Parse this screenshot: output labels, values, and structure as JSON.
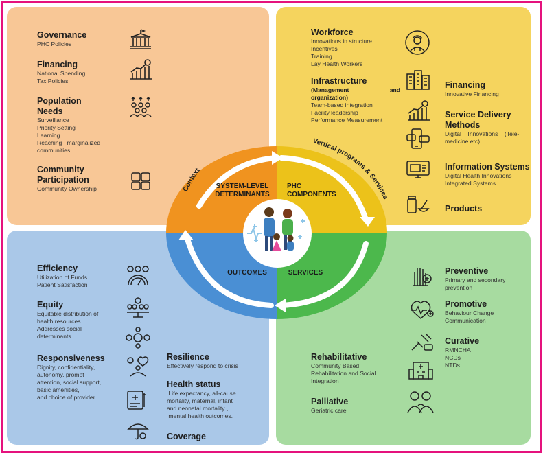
{
  "quadrants": {
    "top_left": {
      "color": "#f8c796",
      "items": [
        {
          "title": "Governance",
          "lines": [
            "PHC Policies"
          ],
          "icon": "government-building-icon"
        },
        {
          "title": "Financing",
          "lines": [
            "National Spending",
            "Tax Policies"
          ],
          "icon": "growth-chart-icon"
        },
        {
          "title": "Population",
          "title2": "Needs",
          "lines": [
            "Surveillance",
            "Priority Setting",
            "Learning",
            "Reaching   marginalized",
            "communities"
          ],
          "icon": "population-group-icon"
        },
        {
          "title": "Community",
          "title2": "Participation",
          "lines": [
            "Community Ownership"
          ],
          "icon": "hands-together-icon"
        }
      ]
    },
    "top_right": {
      "color": "#f5d45e",
      "items": [
        {
          "title": "Workforce",
          "lines": [
            "Innovations in structure",
            "Incentives",
            "Training",
            "Lay Health Workers"
          ],
          "icon": "health-worker-icon"
        },
        {
          "title": "Infrastructure",
          "subtitle_a": "(Management",
          "subtitle_b": "and",
          "subtitle_c": "organization)",
          "lines": [
            "Team-based integration",
            "Facility leadership",
            "Performance Measurement"
          ],
          "icon": "buildings-icon"
        },
        {
          "title": "Financing",
          "lines": [
            "Innovative Financing"
          ],
          "icon": "growth-chart-icon"
        },
        {
          "title": "Service Delivery",
          "title2": "Methods",
          "lines_a": "Digital    Innovations    (Tele-",
          "lines_b": "medicine etc)",
          "icon": "digital-device-icon"
        },
        {
          "title": "Information Systems",
          "lines": [
            "Digital Health Innovations",
            "Integrated Systems"
          ],
          "icon": "computer-monitor-icon"
        },
        {
          "title": "Products",
          "lines": [],
          "icon": "medicine-products-icon"
        }
      ]
    },
    "bottom_left": {
      "color": "#aac8e8",
      "items": [
        {
          "title": "Efficiency",
          "lines": [
            "Utilization of Funds",
            "Patient Satisfaction"
          ],
          "icon": "efficiency-gauge-icon"
        },
        {
          "title": "Equity",
          "lines": [
            "Equitable distribution of",
            "health resources",
            "Addresses social",
            "determinants"
          ],
          "icon": "equity-balance-icon"
        },
        {
          "title": "Responsiveness",
          "lines": [
            "Dignity, confidentiality,",
            "autonomy, prompt",
            "attention, social support,",
            "basic amenities,",
            "and choice of provider"
          ],
          "icon": "responsiveness-icon"
        },
        {
          "title": "Resilience",
          "lines": [
            "Effectively respond to crisis"
          ]
        },
        {
          "title": "Health status",
          "lines": [
            " Life expectancy, all-cause",
            "mortality, maternal, infant",
            "and neonatal mortality ,",
            " mental health outcomes."
          ],
          "icon": "health-report-icon"
        },
        {
          "title": "Coverage",
          "lines": [],
          "icon": "umbrella-coverage-icon"
        }
      ]
    },
    "bottom_right": {
      "color": "#a7dba0",
      "items": [
        {
          "title": "Preventive",
          "lines": [
            "Primary and secondary",
            "prevention"
          ],
          "icon": "prevention-hand-icon"
        },
        {
          "title": "Promotive",
          "lines": [
            "Behaviour Change",
            "Communication"
          ],
          "icon": "heartbeat-icon"
        },
        {
          "title": "Curative",
          "lines": [
            "RMNCHA",
            "NCDs",
            "NTDs"
          ],
          "icon": "medical-tools-icon"
        },
        {
          "title": "Rehabilitative",
          "lines": [
            "Community Based",
            "Rehabilitation and Social",
            "Integration"
          ],
          "icon": "hospital-icon"
        },
        {
          "title": "Palliative",
          "lines": [
            "Geriatric care"
          ],
          "icon": "caregiver-icon"
        }
      ]
    }
  },
  "center": {
    "segments": {
      "tl": {
        "line1": "SYSTEM-LEVEL",
        "line2": "DETERMINANTS",
        "color": "#f0931f"
      },
      "tr": {
        "line1": "PHC",
        "line2": "COMPONENTS",
        "color": "#ecc21a"
      },
      "bl": {
        "line1": "OUTCOMES",
        "color": "#4a8fd4"
      },
      "br": {
        "line1": "SERVICES",
        "color": "#4cb84c"
      }
    },
    "arc_labels": {
      "left": "Context",
      "right": "Vertical programs & Services"
    },
    "center_image": "family-icon"
  }
}
